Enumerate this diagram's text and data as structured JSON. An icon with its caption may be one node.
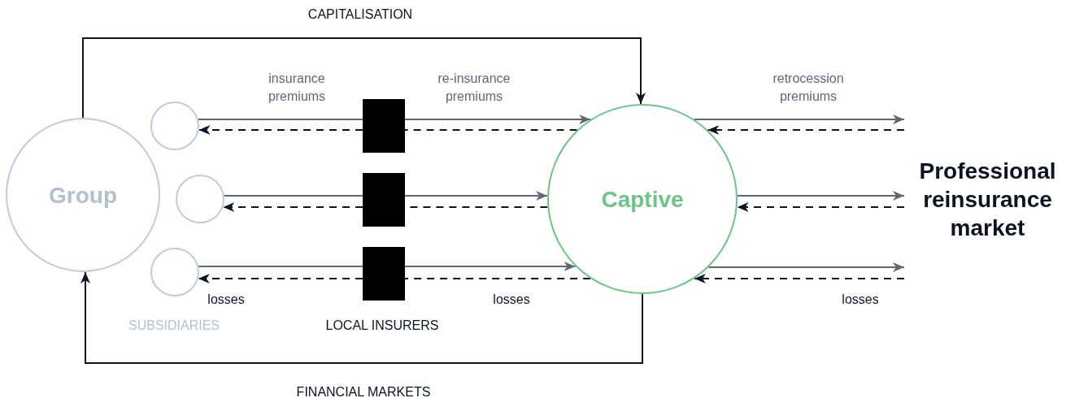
{
  "diagram": {
    "nodes": [
      {
        "text": [
          "Group"
        ]
      },
      {
        "text": [],
        "shape": "circle"
      },
      {
        "text": [],
        "shape": "circle"
      },
      {
        "text": [],
        "shape": "circle"
      },
      {
        "text": [],
        "shape": "box"
      },
      {
        "text": [],
        "shape": "box"
      },
      {
        "text": [],
        "shape": "box"
      },
      {
        "text": [
          "Captive"
        ]
      },
      {
        "text": [
          "Professional reinsurance market"
        ]
      }
    ],
    "edges": [
      {
        "from": 0,
        "to": 7,
        "arrow": "to",
        "label": "CAPITALISATION"
      },
      {
        "from": 1,
        "to": 4,
        "arrow": "none",
        "label": "insurance premiums",
        "color": "#5f6878"
      },
      {
        "from": 4,
        "to": 7,
        "arrow": "to",
        "label": "re-insurance premiums",
        "color": "#5f6878"
      },
      {
        "from": 7,
        "to": 4,
        "arrow": "none",
        "style": "dashed"
      },
      {
        "from": 4,
        "to": 1,
        "arrow": "to",
        "style": "dashed"
      },
      {
        "from": 2,
        "to": 5,
        "arrow": "none",
        "color": "#5f6878"
      },
      {
        "from": 5,
        "to": 7,
        "arrow": "to",
        "color": "#5f6878"
      },
      {
        "from": 7,
        "to": 5,
        "arrow": "none",
        "style": "dashed"
      },
      {
        "from": 5,
        "to": 2,
        "arrow": "to",
        "style": "dashed"
      },
      {
        "from": 3,
        "to": 6,
        "arrow": "none",
        "color": "#5f6878"
      },
      {
        "from": 6,
        "to": 7,
        "arrow": "to",
        "color": "#5f6878"
      },
      {
        "from": 7,
        "to": 6,
        "arrow": "none",
        "style": "dashed",
        "label": "losses"
      },
      {
        "from": 6,
        "to": 3,
        "arrow": "to",
        "style": "dashed",
        "label": "losses"
      },
      {
        "from": 7,
        "to": 8,
        "arrow": "to",
        "label": "retrocession premiums",
        "color": "#5f6878"
      },
      {
        "from": 8,
        "to": 7,
        "arrow": "to",
        "style": "dashed"
      },
      {
        "from": 7,
        "to": 8,
        "arrow": "to",
        "color": "#5f6878"
      },
      {
        "from": 8,
        "to": 7,
        "arrow": "to",
        "style": "dashed"
      },
      {
        "from": 7,
        "to": 8,
        "arrow": "to",
        "color": "#5f6878"
      },
      {
        "from": 8,
        "to": 7,
        "arrow": "to",
        "style": "dashed",
        "label": "losses"
      },
      {
        "from": 7,
        "to": 0,
        "arrow": "to",
        "label": "FINANCIAL MARKETS"
      }
    ],
    "labels": [
      "SUBSIDIARIES",
      "LOCAL INSURERS"
    ]
  }
}
